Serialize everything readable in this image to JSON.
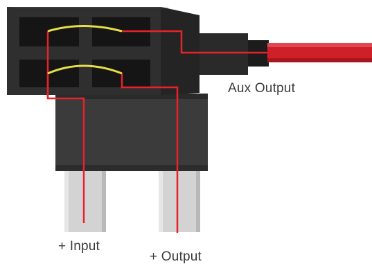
{
  "labels": {
    "aux_output": "Aux Output",
    "input": "+ Input",
    "output": "+ Output"
  },
  "colors": {
    "housing_front": "#2e2e2e",
    "housing_side": "#232323",
    "socket": "#141414",
    "housing_lower": "#3a3a3a",
    "blade": "#d4d4d4",
    "wire": "#e8222a",
    "jumper": "#e8e04a",
    "cable": "#d0202a",
    "label_text": "#3a3a3a"
  }
}
